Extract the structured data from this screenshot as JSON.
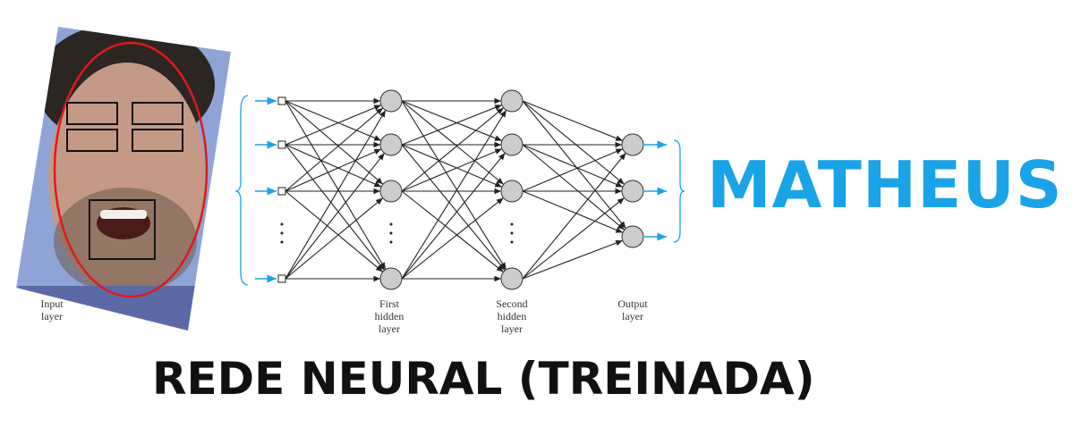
{
  "photo": {
    "skin_color": "#c49a86",
    "hair_color": "#2b2622",
    "background_color": "#8fa4d6",
    "face_outline_color": "#e01919",
    "feature_box_color": "#111111",
    "feature_boxes": [
      "left-eyebrow",
      "right-eyebrow",
      "left-eye",
      "right-eye",
      "mouth"
    ]
  },
  "network": {
    "arrow_color": "#1aa3e6",
    "node_fill": "#cccccc",
    "edge_color": "#222222",
    "layers": [
      {
        "id": "input",
        "label": "Input\nlayer",
        "node_type": "square",
        "nodes": 4,
        "has_ellipsis": true
      },
      {
        "id": "hidden1",
        "label": "First\nhidden\nlayer",
        "node_type": "circle",
        "nodes": 4,
        "has_ellipsis": true
      },
      {
        "id": "hidden2",
        "label": "Second\nhidden\nlayer",
        "node_type": "circle",
        "nodes": 4,
        "has_ellipsis": true
      },
      {
        "id": "output",
        "label": "Output\nlayer",
        "node_type": "circle",
        "nodes": 3,
        "has_ellipsis": false
      }
    ]
  },
  "output_name": "MATHEUS",
  "caption": "REDE NEURAL (TREINADA)"
}
